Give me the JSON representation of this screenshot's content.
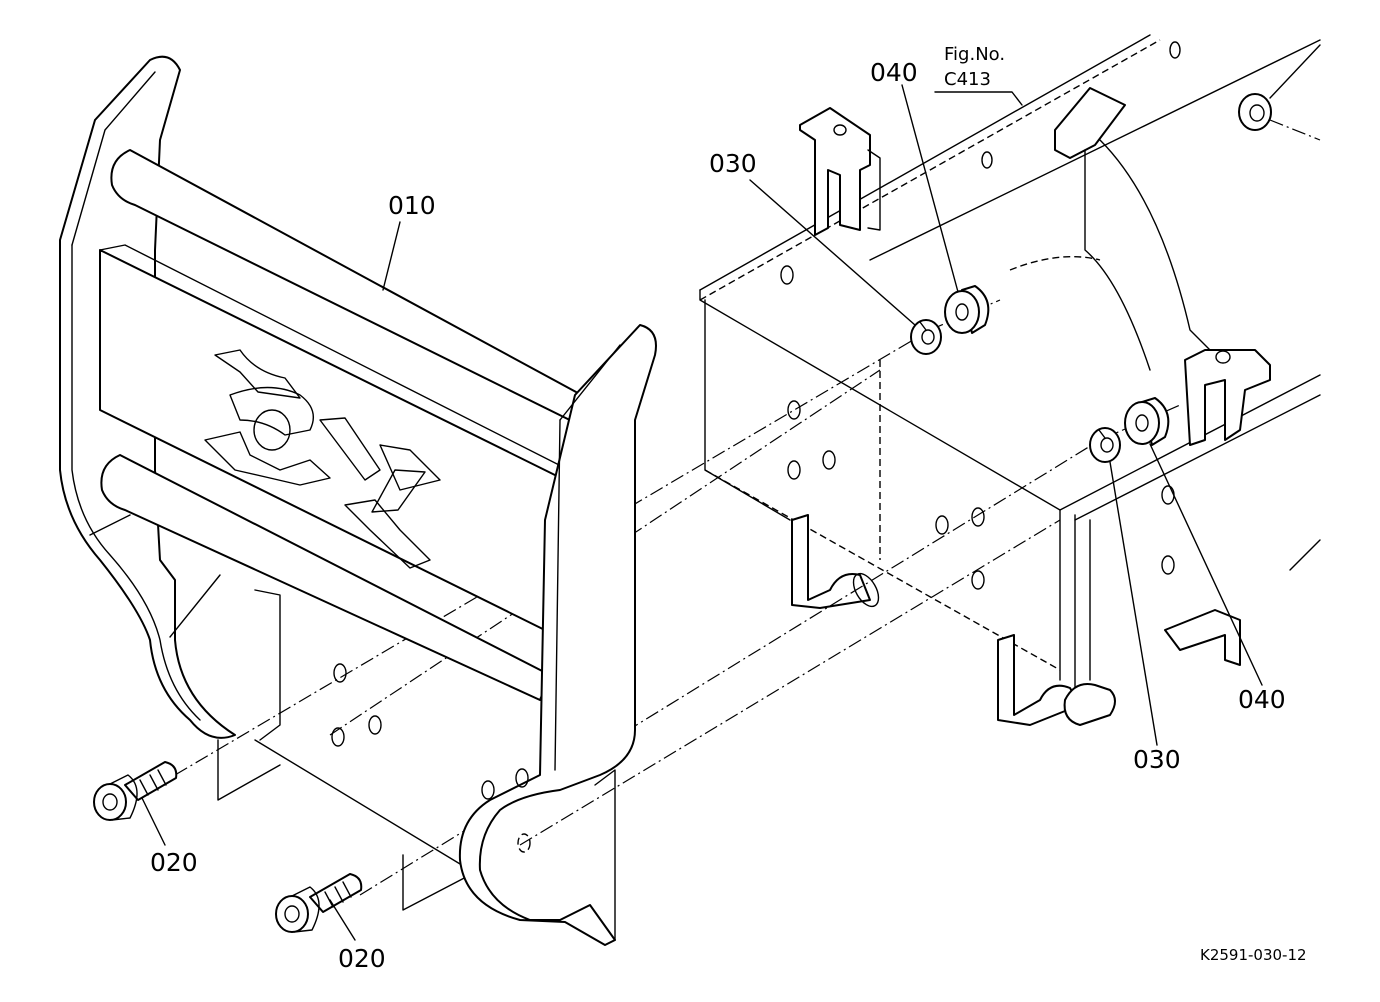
{
  "labels": {
    "guard": "010",
    "bolt_left": "020",
    "bolt_right": "020",
    "lock_washer_upper": "030",
    "lock_washer_lower": "030",
    "washer_upper": "040",
    "washer_lower": "040"
  },
  "figure_ref": {
    "title": "Fig.No.",
    "number": "C413"
  },
  "drawing_code": "K2591-030-12"
}
